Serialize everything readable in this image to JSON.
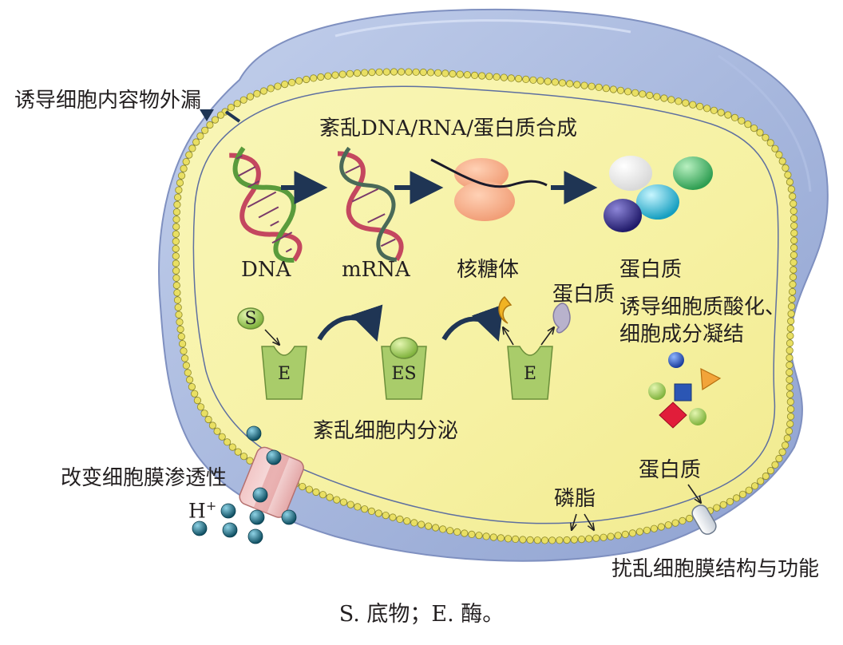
{
  "labels": {
    "leak": "诱导细胞内容物外漏",
    "synthesis": "紊乱DNA/RNA/蛋白质合成",
    "dna": "DNA",
    "mrna": "mRNA",
    "ribosome": "核糖体",
    "protein_top": "蛋白质",
    "protein_mid": "蛋白质",
    "acid_line1": "诱导细胞质酸化、",
    "acid_line2": "细胞成分凝结",
    "secretion": "紊乱细胞内分泌",
    "permeability": "改变细胞膜渗透性",
    "proton_base": "H",
    "proton_sup": "+",
    "phospholipid": "磷脂",
    "membrane_protein": "蛋白质",
    "membrane_function": "扰乱细胞膜结构与功能"
  },
  "enzyme": {
    "substrate": "S",
    "enzyme_1": "E",
    "complex": "ES",
    "enzyme_2": "E"
  },
  "caption": "S. 底物；E. 酶。",
  "colors": {
    "cytoplasm": "#f7f3a8",
    "outer_wall": "#a9b8de",
    "bead": "#e9df63",
    "membrane_line": "#5e6fa0",
    "arrow": "#1f3554",
    "enzyme": "#a9cc6a",
    "ribosome": "#f3ad86",
    "ion": "#16687e"
  },
  "icons": [
    "dna-helix-icon",
    "mrna-helix-icon",
    "ribosome-icon",
    "protein-spheres-icon",
    "ion-channel-icon"
  ]
}
